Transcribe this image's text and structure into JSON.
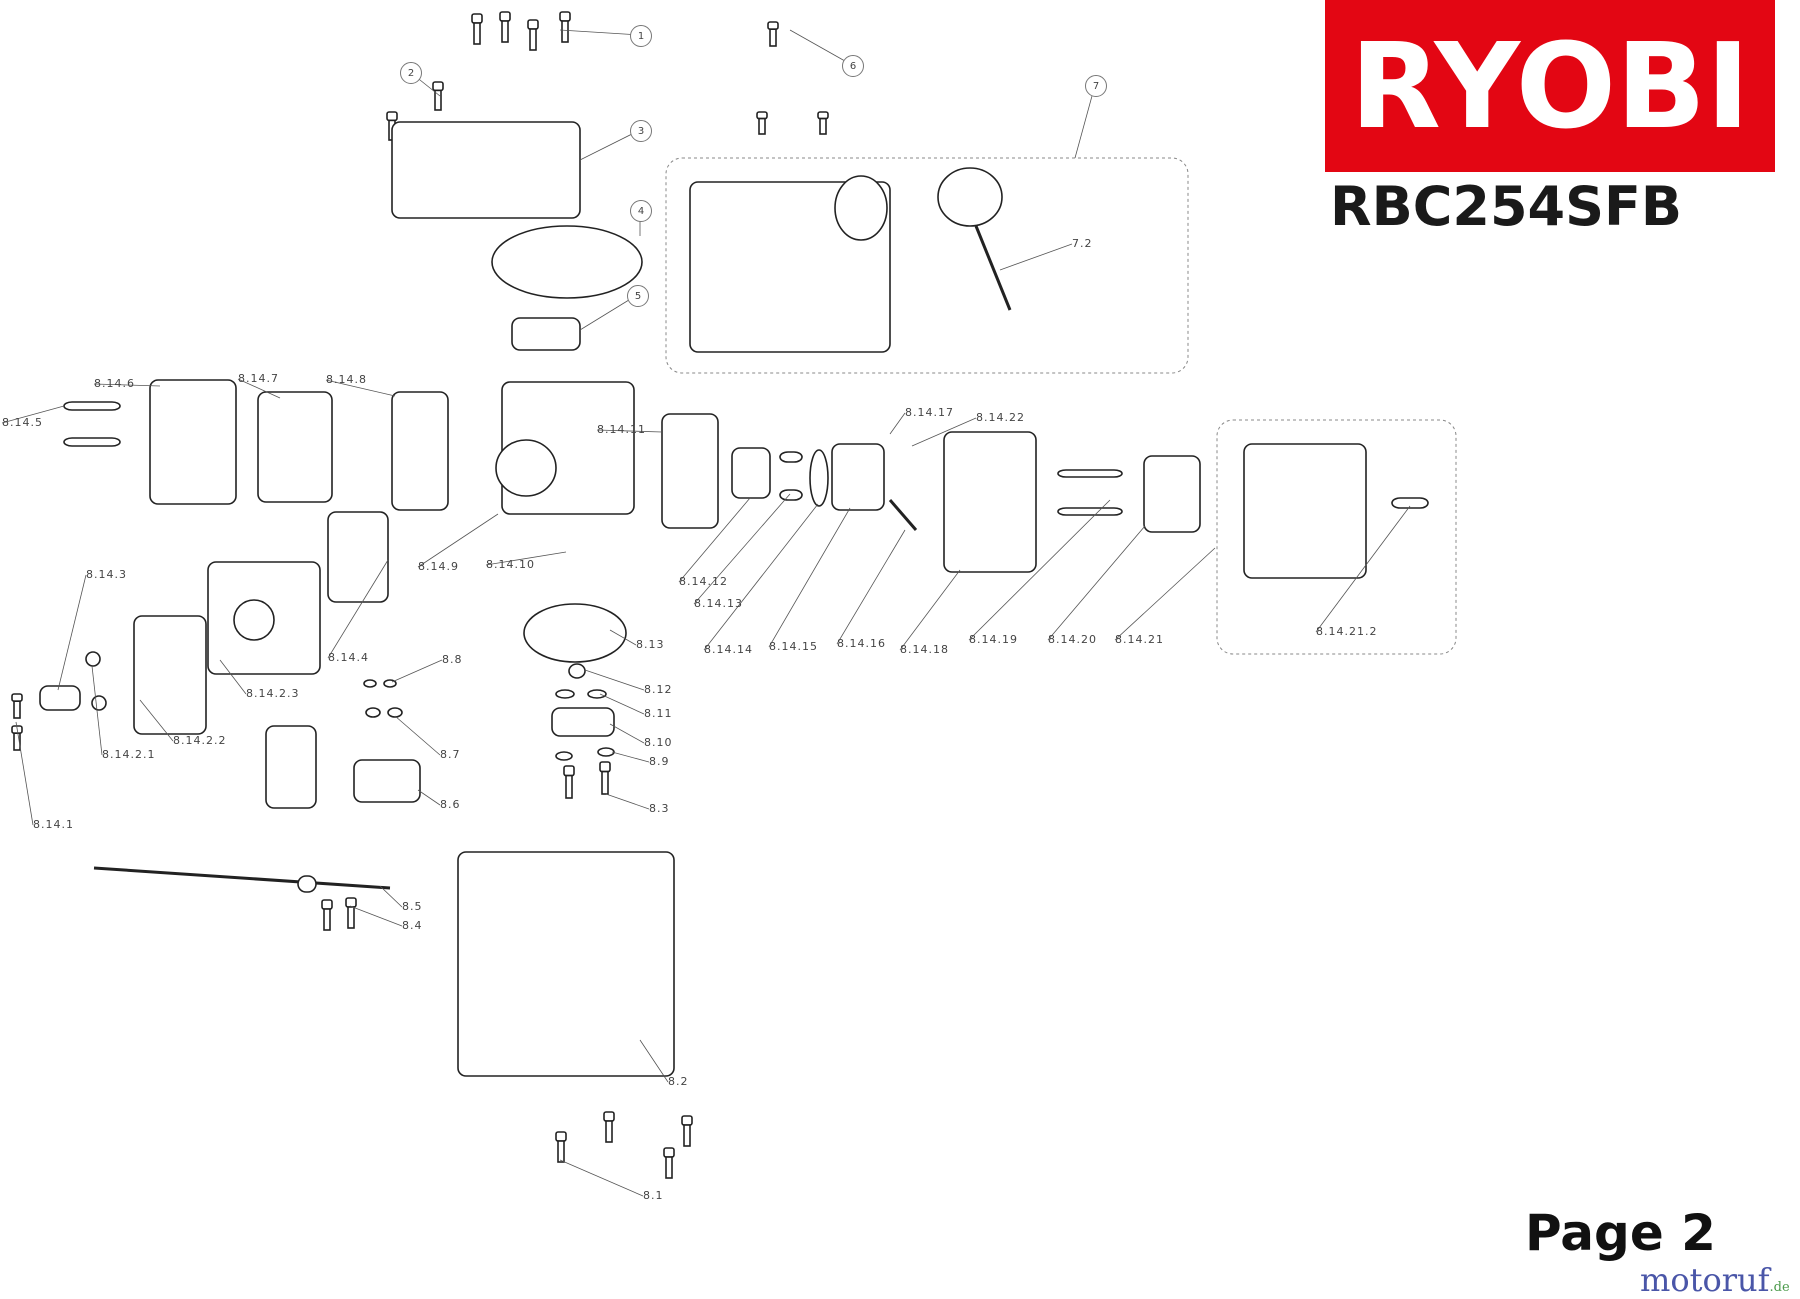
{
  "header": {
    "brand": "RYOBI",
    "model": "RBC254SFB",
    "brand_color": "#e30613"
  },
  "footer": {
    "page_label": "Page 2",
    "watermark": "motoruf",
    "watermark_tld": ".de"
  },
  "callouts": [
    "1",
    "2",
    "3",
    "4",
    "5",
    "6",
    "7",
    "7.2",
    "8.14.5",
    "8.14.6",
    "8.14.7",
    "8.14.8",
    "8.14.9",
    "8.14.10",
    "8.14.11",
    "8.14.17",
    "8.14.22",
    "8.14.3",
    "8.14.12",
    "8.14.13",
    "8.14.4",
    "8.8",
    "8.13",
    "8.14.2.3",
    "8.12",
    "8.11",
    "8.14.2.2",
    "8.10",
    "8.14.2.1",
    "8.9",
    "8.7",
    "8.6",
    "8.3",
    "8.14.1",
    "8.14.14",
    "8.14.15",
    "8.14.16",
    "8.14.18",
    "8.14.19",
    "8.14.20",
    "8.14.21",
    "8.14.21.2",
    "8.5",
    "8.4",
    "8.2",
    "8.1"
  ]
}
